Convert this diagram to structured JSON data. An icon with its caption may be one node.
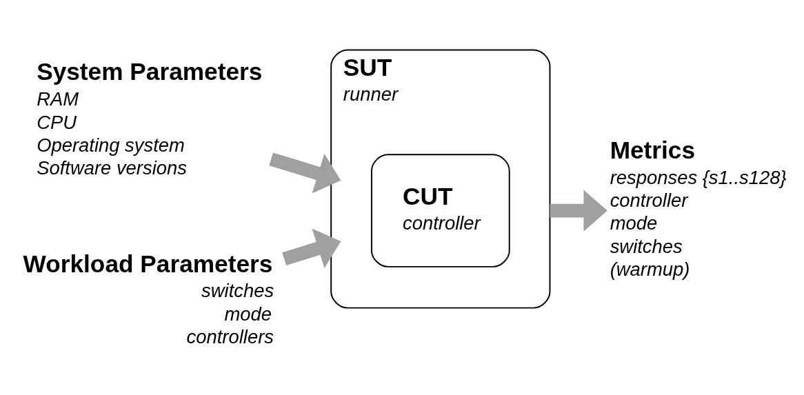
{
  "diagram": {
    "nodes": [
      {
        "text": [
          "System Parameters",
          "RAM",
          "CPU",
          "Operating system",
          "Software versions"
        ]
      },
      {
        "text": [
          "Workload Parameters",
          "switches",
          "mode",
          "controllers"
        ]
      },
      {
        "text": [
          "SUT",
          "runner"
        ]
      },
      {
        "text": [
          "CUT",
          "controller"
        ],
        "in": 2
      },
      {
        "text": [
          "Metrics",
          "responses {s1..s128}",
          "controller",
          "mode",
          "switches",
          "(warmup)"
        ]
      }
    ],
    "edges": [
      {
        "from": 0,
        "to": 2,
        "arrow": "to"
      },
      {
        "from": 1,
        "to": 2,
        "arrow": "to"
      },
      {
        "from": 2,
        "to": 4,
        "arrow": "to"
      }
    ]
  }
}
